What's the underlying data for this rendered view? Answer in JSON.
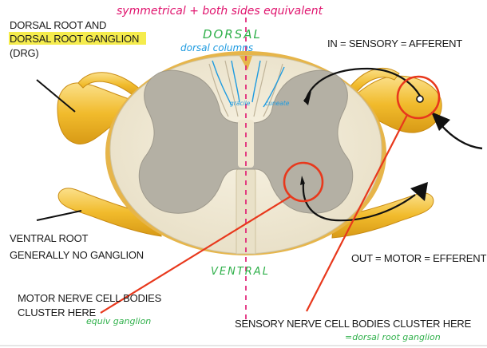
{
  "annotations": {
    "top_note": "symmetrical + both sides equivalent",
    "dorsal": "DORSAL",
    "dorsal_columns": "dorsal columns",
    "gracile": "gracile",
    "cuneate": "cuneate",
    "ventral": "VENTRAL",
    "equiv_ganglion": "equiv ganglion",
    "drg_note": "=dorsal root ganglion"
  },
  "labels": {
    "dorsal_root_line1": "DORSAL ROOT AND",
    "dorsal_root_line2": "DORSAL ROOT GANGLION",
    "dorsal_root_line3": "(DRG)",
    "in_sensory": "IN = SENSORY = AFFERENT",
    "ventral_root_line1": "VENTRAL ROOT",
    "ventral_root_line2": "GENERALLY NO GANGLION",
    "out_motor": "OUT = MOTOR = EFFERENT",
    "motor_line1": "MOTOR NERVE CELL BODIES",
    "motor_line2": "CLUSTER HERE",
    "sensory_cluster": "SENSORY NERVE CELL BODIES CLUSTER HERE"
  },
  "colors": {
    "pink_ink": "#e0146e",
    "blue_ink": "#1e9be0",
    "green_ink": "#2fb04a",
    "red_ink": "#e8381c",
    "highlight": "#f4ea3a",
    "root_yellow": "#f1bb2c",
    "white_matter": "#f2ecd8",
    "grey_matter": "#b4b0a4"
  }
}
